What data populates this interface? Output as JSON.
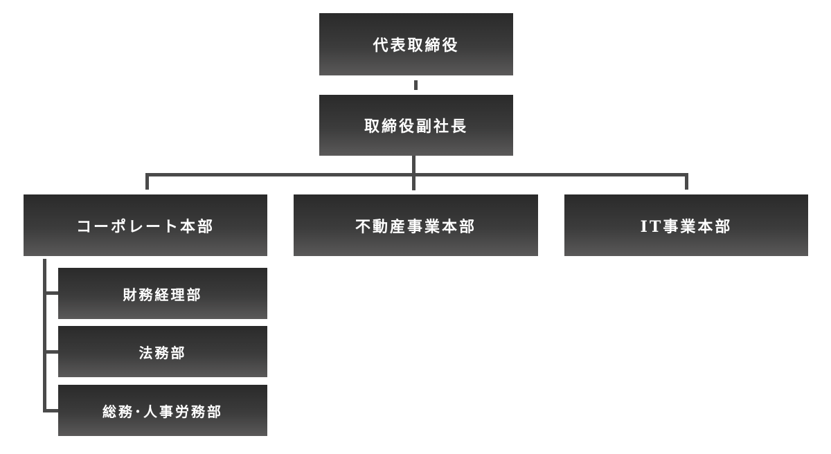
{
  "org_chart": {
    "ceo": "代表取締役",
    "vice_president": "取締役副社長",
    "divisions": [
      {
        "label": "コーポレート本部",
        "departments": [
          "財務経理部",
          "法務部",
          "総務･人事労務部"
        ]
      },
      {
        "label": "不動産事業本部",
        "departments": []
      },
      {
        "label": "IT事業本部",
        "departments": []
      }
    ]
  },
  "colors": {
    "box_dark": "#2a2a2a",
    "box_light": "#5a5959",
    "text": "#ffffff",
    "connector": "#4a4a4a"
  }
}
